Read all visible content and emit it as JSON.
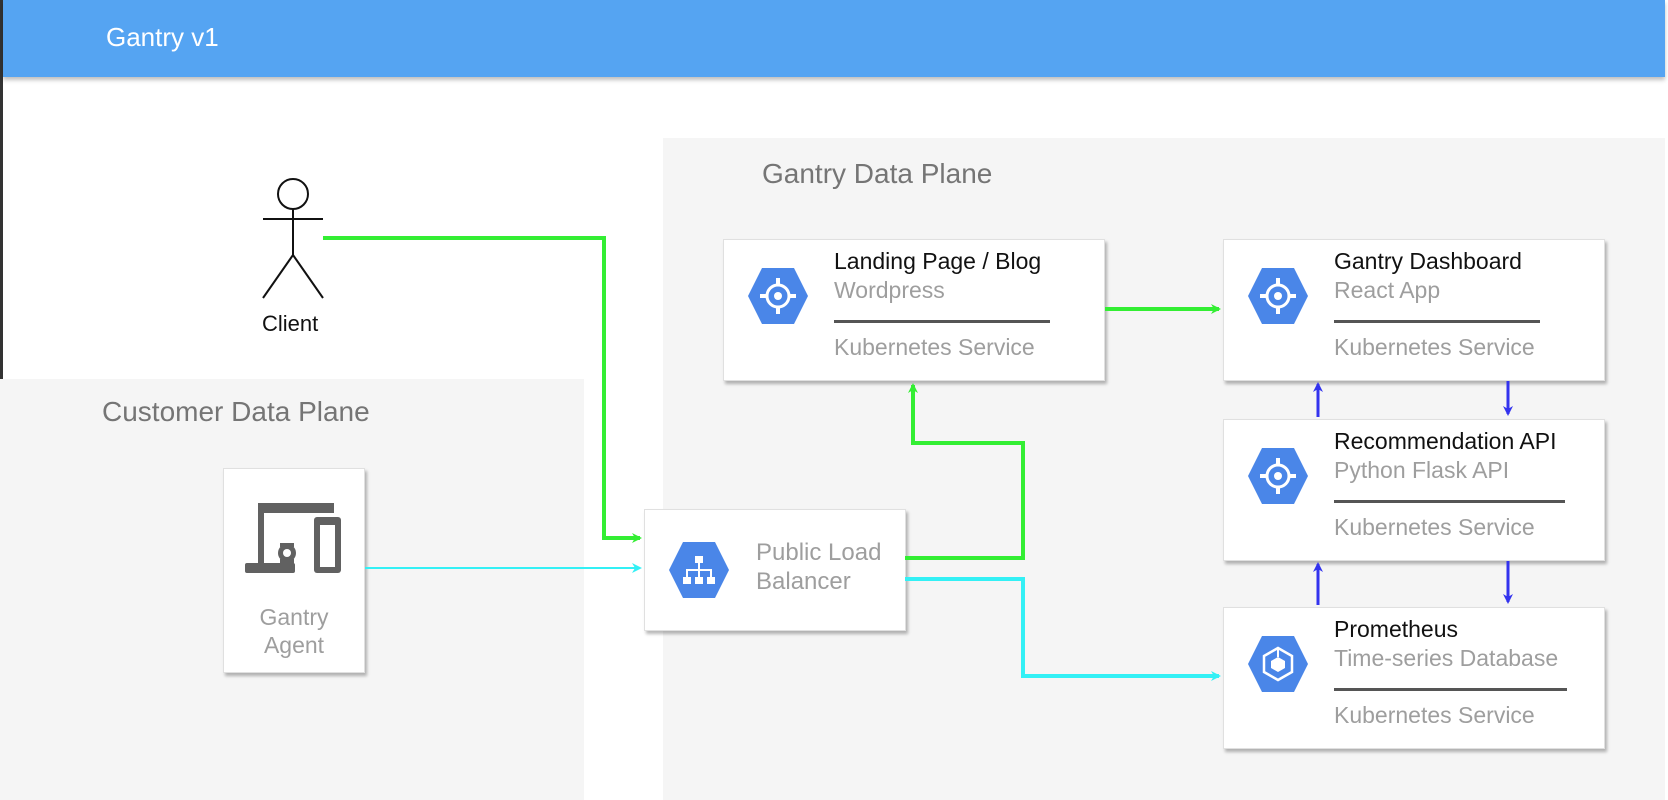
{
  "header": {
    "title": "Gantry v1"
  },
  "zones": {
    "customer": {
      "title": "Customer Data Plane"
    },
    "gantry": {
      "title": "Gantry Data Plane"
    }
  },
  "client": {
    "label": "Client"
  },
  "agent": {
    "label_line1": "Gantry",
    "label_line2": "Agent",
    "icon": "devices-icon"
  },
  "load_balancer": {
    "label_line1": "Public Load",
    "label_line2": "Balancer",
    "icon": "load-balancer-icon"
  },
  "services": {
    "landing": {
      "title": "Landing Page / Blog",
      "subtitle": "Wordpress",
      "footer": "Kubernetes Service",
      "icon": "kubernetes-engine-icon"
    },
    "dashboard": {
      "title": "Gantry Dashboard",
      "subtitle": "React App",
      "footer": "Kubernetes Service",
      "icon": "kubernetes-engine-icon"
    },
    "recommendation": {
      "title": "Recommendation API",
      "subtitle": "Python Flask API",
      "footer": "Kubernetes Service",
      "icon": "kubernetes-engine-icon"
    },
    "prometheus": {
      "title": "Prometheus",
      "subtitle": "Time-series Database",
      "footer": "Kubernetes Service",
      "icon": "database-cube-icon"
    }
  },
  "colors": {
    "header": "#55a4f2",
    "green_flow": "#33ee33",
    "cyan_flow": "#33f0f5",
    "blue_flow": "#3333ee",
    "icon_blue": "#4a86e8"
  }
}
